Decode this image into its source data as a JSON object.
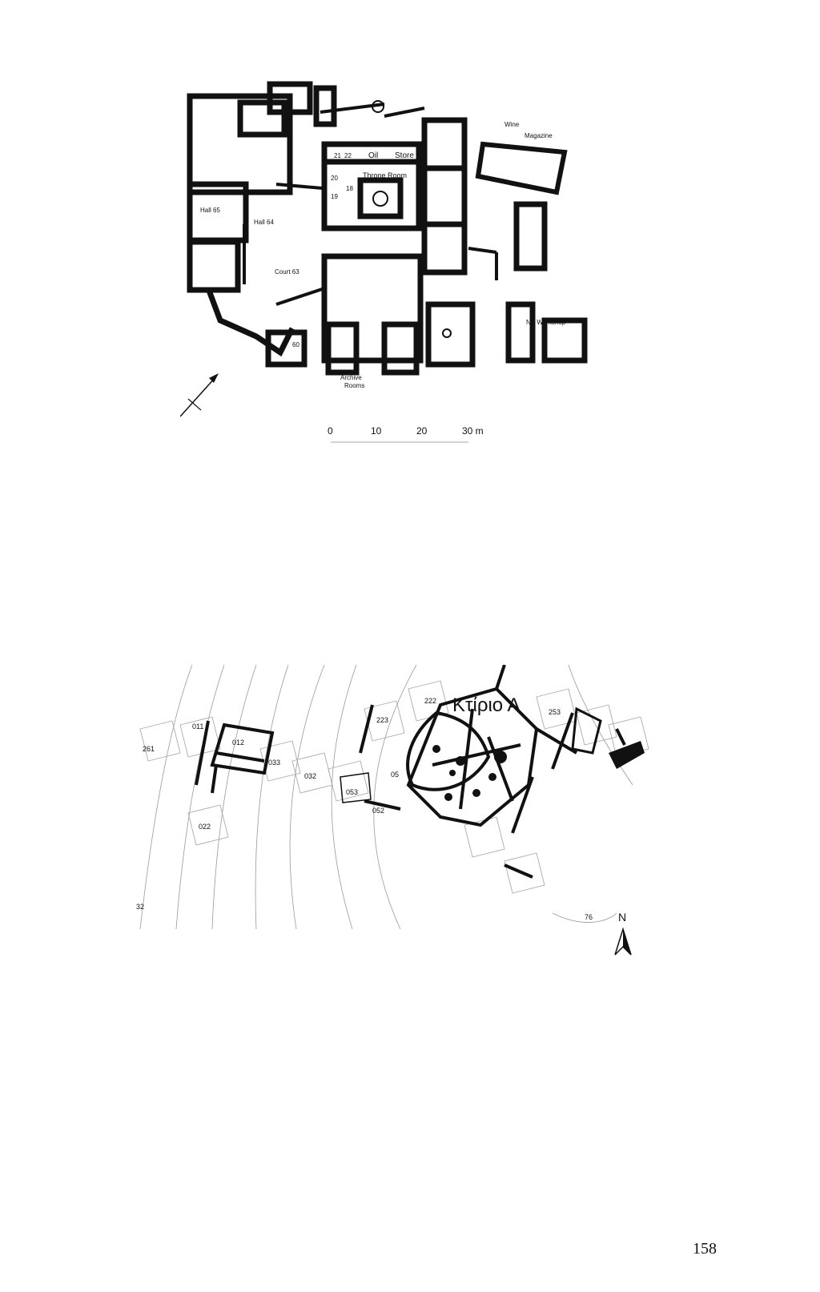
{
  "plan_top": {
    "labels": {
      "wine_magazine_1": "Wine",
      "wine_magazine_2": "Magazine",
      "oil_store_1": "Oil",
      "oil_store_2": "Store",
      "throne_room": "Throne Room",
      "hall_65": "Hall 65",
      "hall_64": "Hall 64",
      "court_63": "Court 63",
      "ne_workshop": "NE Workshop",
      "archive_1": "Archive",
      "archive_2": "Rooms",
      "r21": "21",
      "r22": "22",
      "r20": "20",
      "r19": "19",
      "r18": "18",
      "r60": "60"
    },
    "scale": {
      "t0": "0",
      "t10": "10",
      "t20": "20",
      "t30": "30 m"
    }
  },
  "plan_bottom": {
    "building_label": "Κτίριο Α",
    "north": "N",
    "grid_labels": {
      "g261": "261",
      "g012": "012",
      "g011": "011",
      "g033": "033",
      "g032": "032",
      "g053": "053",
      "g022": "022",
      "g222": "222",
      "g223": "223",
      "g253": "253",
      "g052": "052",
      "g05": "05",
      "g32": "32",
      "g76": "76"
    }
  },
  "page_number": "158"
}
